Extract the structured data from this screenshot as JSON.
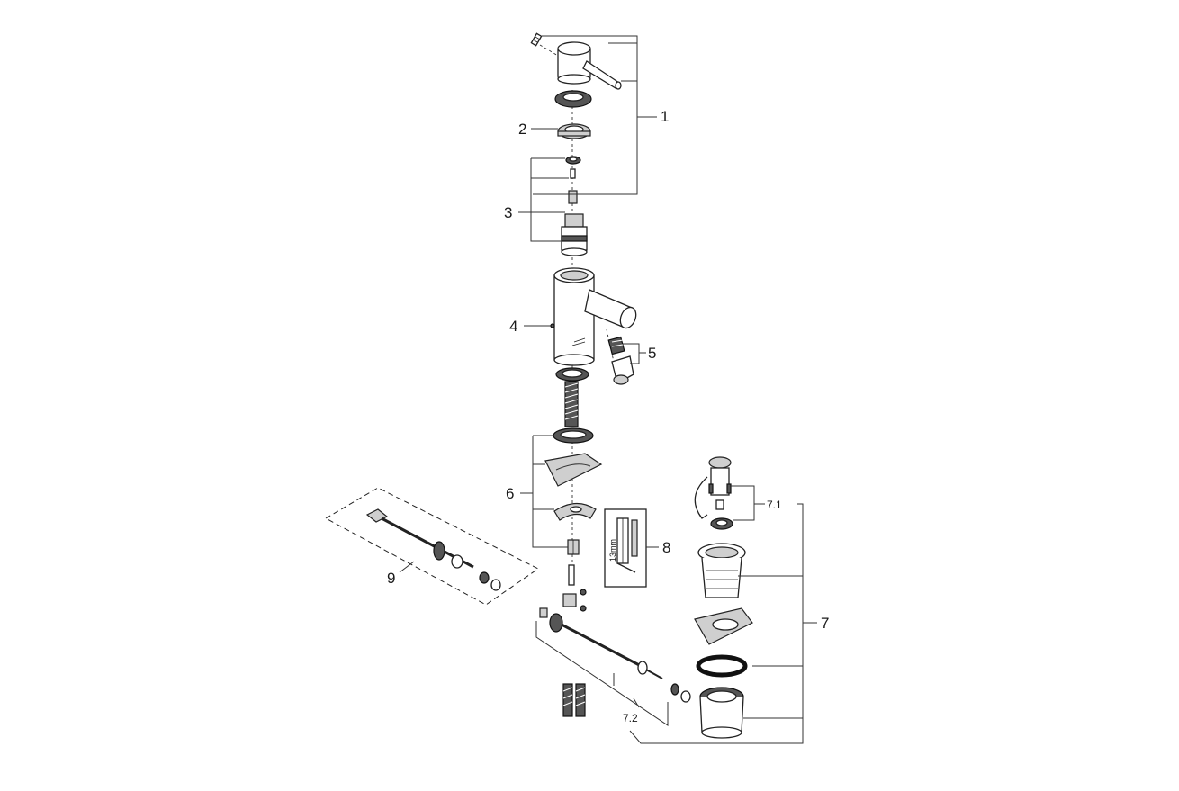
{
  "diagram": {
    "callouts": {
      "c1": "1",
      "c2": "2",
      "c3": "3",
      "c4": "4",
      "c5": "5",
      "c6": "6",
      "c7": "7",
      "c7_1": "7.1",
      "c7_2": "7.2",
      "c8": "8",
      "c9": "9"
    },
    "tool_dimension": "13mm"
  }
}
